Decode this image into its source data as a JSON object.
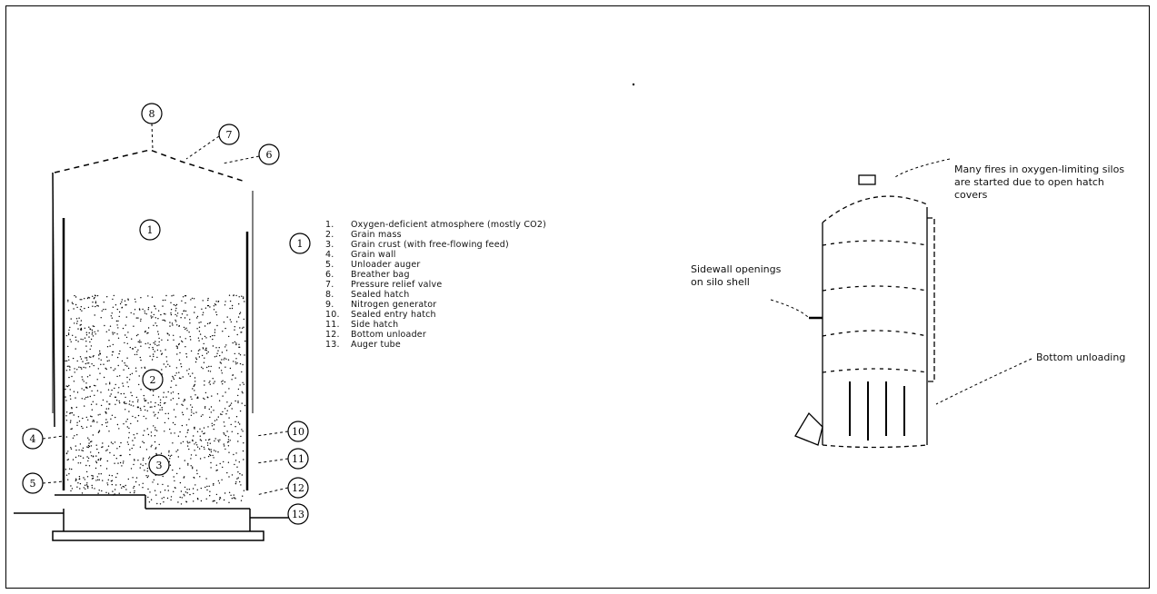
{
  "figure": {
    "callouts_left": [
      "8",
      "7",
      "6",
      "1",
      "2",
      "3",
      "4",
      "5",
      "10",
      "11",
      "12",
      "13"
    ],
    "extra_callout": "1",
    "legend": [
      {
        "num": "1.",
        "text": "Oxygen-deficient atmosphere (mostly CO2)"
      },
      {
        "num": "2.",
        "text": "Grain mass"
      },
      {
        "num": "3.",
        "text": "Grain crust (with free-flowing feed)"
      },
      {
        "num": "4.",
        "text": "Grain wall"
      },
      {
        "num": "5.",
        "text": "Unloader auger"
      },
      {
        "num": "6.",
        "text": "Breather bag"
      },
      {
        "num": "7.",
        "text": "Pressure relief valve"
      },
      {
        "num": "8.",
        "text": "Sealed hatch"
      },
      {
        "num": "9.",
        "text": "Nitrogen generator"
      },
      {
        "num": "10.",
        "text": "Sealed entry hatch"
      },
      {
        "num": "11.",
        "text": "Side hatch"
      },
      {
        "num": "12.",
        "text": "Bottom unloader"
      },
      {
        "num": "13.",
        "text": "Auger tube"
      }
    ],
    "notes": {
      "top": "Many fires in oxygen-limiting silos are started due to open hatch covers",
      "left": "Sidewall openings on silo shell",
      "bottom": "Bottom unloading"
    }
  }
}
